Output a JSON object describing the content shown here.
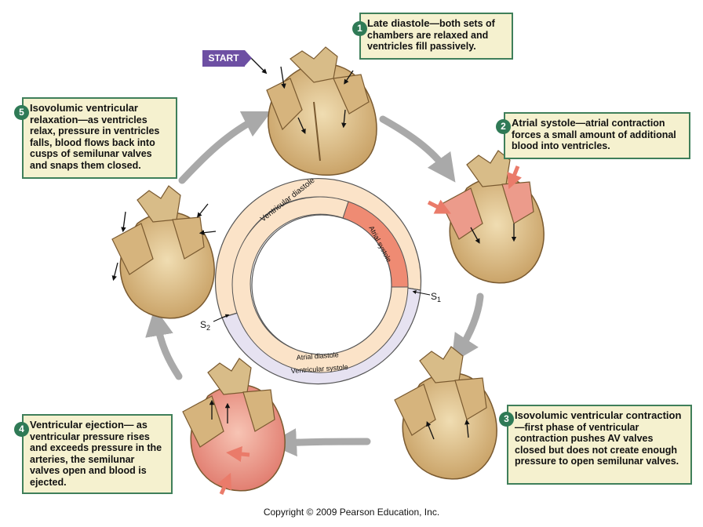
{
  "start_label": "START",
  "copyright": "Copyright © 2009 Pearson Education, Inc.",
  "steps": [
    {
      "number": "1",
      "title": "Late diastole",
      "text": "—both sets of chambers are relaxed and ventricles fill passively."
    },
    {
      "number": "2",
      "title": "Atrial systole",
      "text": "—atrial contraction forces a small amount of additional blood into ventricles."
    },
    {
      "number": "3",
      "title": "Isovolumic ventricular contraction",
      "text": "—first phase of ventricular contraction pushes AV valves closed but does not create enough pressure to open semilunar valves."
    },
    {
      "number": "4",
      "title": "Ventricular ejection",
      "text": "— as ventricular pressure rises and exceeds pressure in the arteries, the semilunar valves open and blood is ejected."
    },
    {
      "number": "5",
      "title": "Isovolumic ventricular relaxation",
      "text": "—as ventricles relax, pressure in ventricles falls, blood flows back into cusps of semilunar valves and snaps them closed."
    }
  ],
  "cycle": {
    "outer_top": "Ventricular diastole",
    "outer_bottom": "Ventricular systole",
    "inner_top_right": "Atrial systole",
    "inner_bottom": "Atrial diastole",
    "s1": "S",
    "s1_sub": "1",
    "s2": "S",
    "s2_sub": "2"
  },
  "colors": {
    "box_fill": "#f5f1cf",
    "box_border": "#3f7f5a",
    "number_badge": "#2f7a56",
    "start_badge": "#6d4fa3",
    "diastole_fill": "#fbe3c8",
    "systole_fill": "#e8e4f2",
    "atrial_systole_fill": "#ef8b73",
    "heart_tan": "#c9a66f",
    "heart_pink": "#e98f84"
  }
}
